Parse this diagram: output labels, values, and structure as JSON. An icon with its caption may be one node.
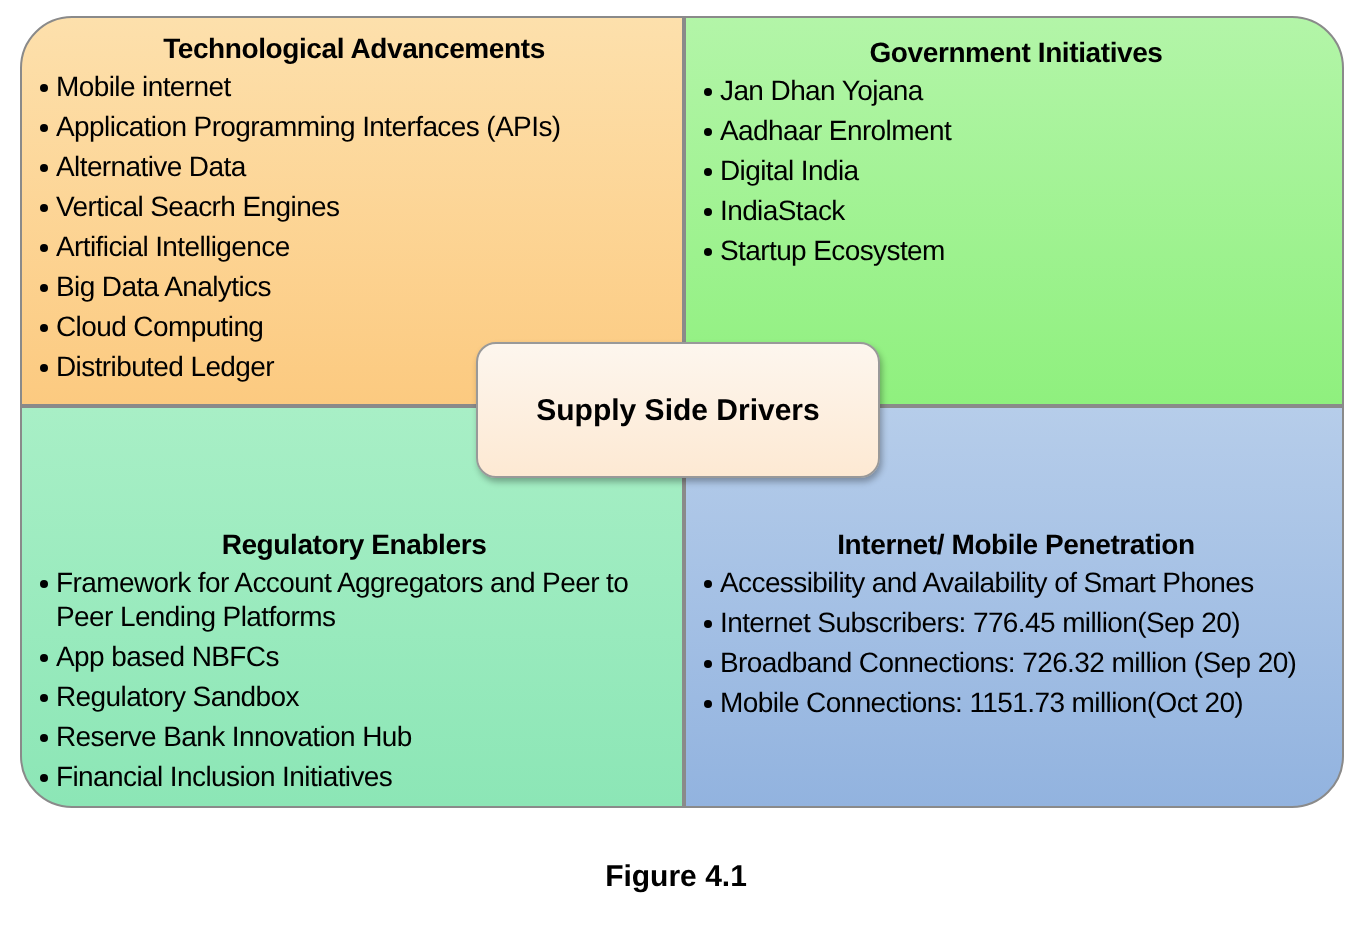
{
  "diagram": {
    "caption": "Figure 4.1",
    "nodes": [
      {
        "text": [
          "Technological Advancements",
          "Mobile internet",
          "Application Programming Interfaces (APIs)",
          "Alternative Data",
          "Vertical Seacrh Engines",
          "Artificial Intelligence",
          "Big Data Analytics",
          "Cloud Computing",
          "Distributed Ledger"
        ]
      },
      {
        "text": [
          "Government Initiatives",
          "Jan Dhan Yojana",
          "Aadhaar Enrolment",
          "Digital India",
          "IndiaStack",
          "Startup Ecosystem"
        ]
      },
      {
        "text": [
          "Regulatory Enablers",
          "Framework for Account Aggregators and Peer to Peer Lending Platforms",
          "App based NBFCs",
          "Regulatory Sandbox",
          "Reserve Bank Innovation Hub",
          "Financial Inclusion Initiatives"
        ]
      },
      {
        "text": [
          "Internet/ Mobile Penetration",
          "Accessibility and Availability of Smart Phones",
          "Internet Subscribers: 776.45 million(Sep 20)",
          "Broadband Connections: 726.32 million (Sep 20)",
          "Mobile Connections: 1151.73 million(Oct 20)"
        ]
      },
      {
        "text": [
          "Supply Side Drivers"
        ]
      }
    ],
    "edges": []
  }
}
